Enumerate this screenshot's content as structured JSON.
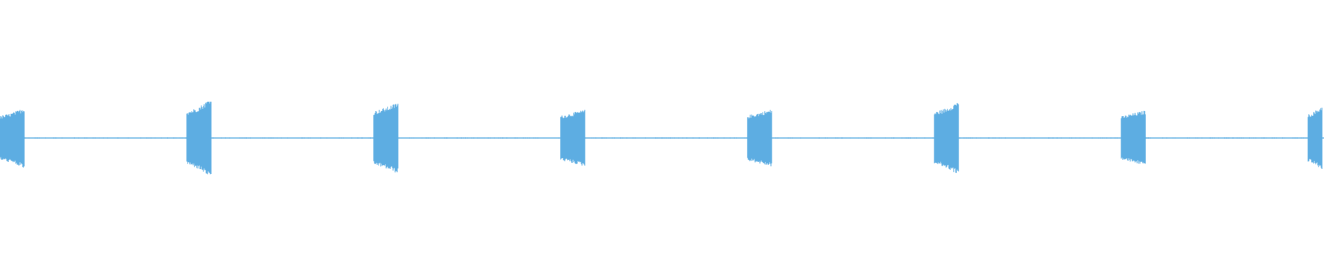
{
  "waveform": {
    "color": "#5dade2",
    "background": "#ffffff",
    "bursts": [
      {
        "index": 1,
        "amplitude": 0.82,
        "asymmetry": 0.1
      },
      {
        "index": 2,
        "amplitude": 1.0,
        "asymmetry": 0.25
      },
      {
        "index": 3,
        "amplitude": 1.0,
        "asymmetry": 0.05
      },
      {
        "index": 4,
        "amplitude": 0.83,
        "asymmetry": 0.0
      },
      {
        "index": 5,
        "amplitude": 0.84,
        "asymmetry": 0.0
      },
      {
        "index": 6,
        "amplitude": 0.97,
        "asymmetry": 0.15
      },
      {
        "index": 7,
        "amplitude": 0.81,
        "asymmetry": 0.0
      },
      {
        "index": 8,
        "amplitude": 0.88,
        "asymmetry": 0.1
      }
    ],
    "baseline_noise": 0.02
  }
}
